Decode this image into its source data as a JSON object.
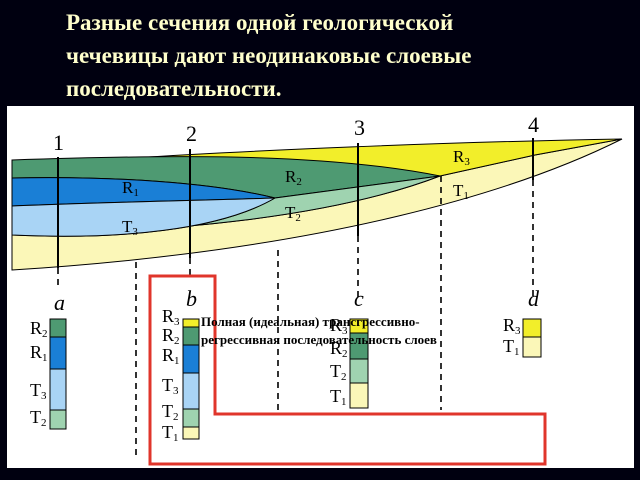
{
  "slide": {
    "title_lines": [
      "Разные сечения одной геологической",
      "чечевицы дают неодинаковые слоевые",
      "последовательности."
    ]
  },
  "section_numbers": [
    "1",
    "2",
    "3",
    "4"
  ],
  "layer_labels": {
    "R1": "R",
    "R1_sub": "1",
    "T3": "T",
    "T3_sub": "3",
    "R2": "R",
    "R2_sub": "2",
    "T2": "T",
    "T2_sub": "2",
    "R3": "R",
    "R3_sub": "3",
    "T1": "T",
    "T1_sub": "1"
  },
  "columns": {
    "a": {
      "letter": "a",
      "labels": [
        [
          "R",
          "2"
        ],
        [
          "R",
          "1"
        ],
        [
          "T",
          "3"
        ],
        [
          "T",
          "2"
        ]
      ]
    },
    "b": {
      "letter": "b",
      "labels": [
        [
          "R",
          "3"
        ],
        [
          "R",
          "2"
        ],
        [
          "R",
          "1"
        ],
        [
          "T",
          "3"
        ],
        [
          "T",
          "2"
        ],
        [
          "T",
          "1"
        ]
      ]
    },
    "c": {
      "letter": "c",
      "labels": [
        [
          "R",
          "3"
        ],
        [
          "R",
          "2"
        ],
        [
          "T",
          "2"
        ],
        [
          "T",
          "1"
        ]
      ]
    },
    "d": {
      "letter": "d",
      "labels": [
        [
          "R",
          "3"
        ],
        [
          "T",
          "1"
        ]
      ]
    }
  },
  "note": {
    "lines": [
      "Полная (идеальная) трансгрессивно-",
      "регрессивная последовательность слоев"
    ]
  },
  "colors": {
    "background": "#000010",
    "title": "#ffffcc",
    "R1": "#1a7fd6",
    "T3": "#a9d4f5",
    "R2": "#4e9a72",
    "T2": "#9fd3b0",
    "R3": "#f2ee2a",
    "T1": "#fbf7b8",
    "highlight_frame": "#e0352b"
  }
}
